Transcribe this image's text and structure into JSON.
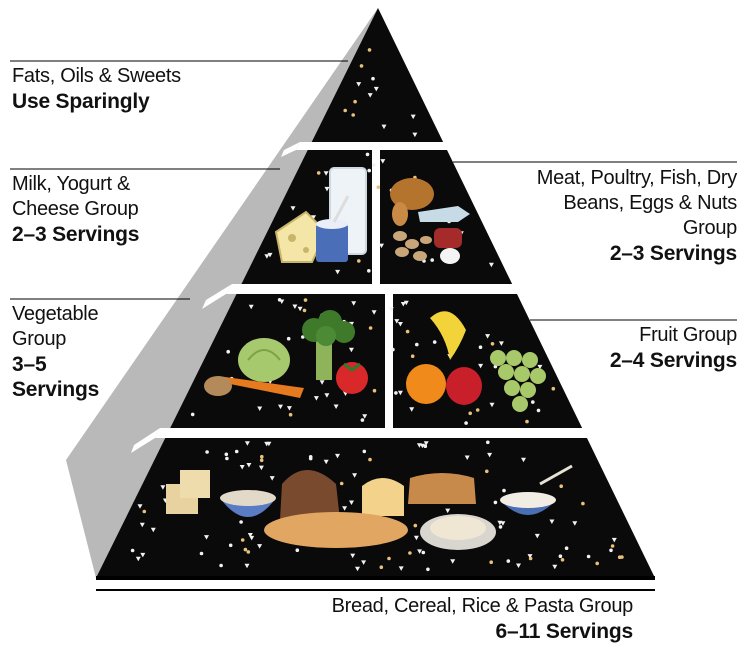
{
  "groups": {
    "fats": {
      "name": "Fats, Oils & Sweets",
      "servings": "Use Sparingly"
    },
    "milk": {
      "name_lines": [
        "Milk, Yogurt &",
        "Cheese Group"
      ],
      "servings": "2–3 Servings"
    },
    "meat": {
      "name_lines": [
        "Meat, Poultry, Fish, Dry",
        "Beans, Eggs & Nuts",
        "Group"
      ],
      "servings": "2–3 Servings"
    },
    "vegetable": {
      "name_lines": [
        "Vegetable",
        "Group"
      ],
      "servings_lines": [
        "3–5",
        "Servings"
      ]
    },
    "fruit": {
      "name": "Fruit Group",
      "servings": "2–4 Servings"
    },
    "bread": {
      "name": "Bread, Cereal, Rice & Pasta Group",
      "servings": "6–11 Servings"
    }
  },
  "colors": {
    "pyramid_face": "#0a0a0a",
    "pyramid_side": "#b9b9b9",
    "divider": "#ffffff",
    "speckle_light": "#f2f2f2",
    "speckle_warm": "#e8c17a",
    "rule": "#000000"
  }
}
